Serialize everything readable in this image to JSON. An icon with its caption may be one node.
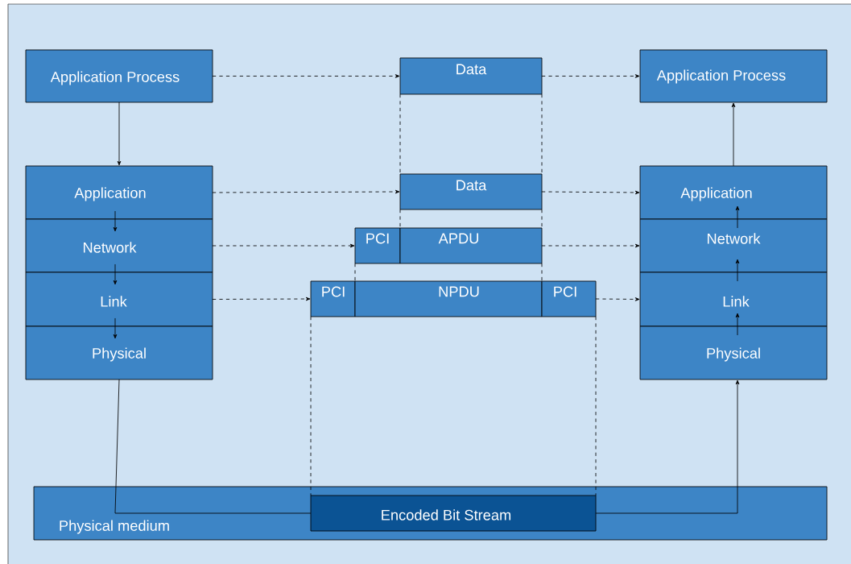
{
  "diagram": {
    "nodes": [
      {
        "text": [
          "Application Process"
        ]
      },
      {
        "text": [
          "Application"
        ]
      },
      {
        "text": [
          "Network"
        ]
      },
      {
        "text": [
          "Link"
        ]
      },
      {
        "text": [
          "Physical"
        ]
      },
      {
        "text": [
          "Data"
        ]
      },
      {
        "text": [
          "Data"
        ]
      },
      {
        "text": [
          "PCI"
        ]
      },
      {
        "text": [
          "APDU"
        ]
      },
      {
        "text": [
          "PCI"
        ]
      },
      {
        "text": [
          "NPDU"
        ]
      },
      {
        "text": [
          "PCI"
        ]
      },
      {
        "text": [
          "Application Process"
        ]
      },
      {
        "text": [
          "Application"
        ]
      },
      {
        "text": [
          "Network"
        ]
      },
      {
        "text": [
          "Link"
        ]
      },
      {
        "text": [
          "Physical"
        ]
      },
      {
        "text": [
          "Physical medium"
        ]
      },
      {
        "text": [
          "Encoded Bit Stream"
        ],
        "in": 17
      }
    ],
    "edges": [
      {
        "from": 0,
        "to": 1,
        "arrow": "to"
      },
      {
        "from": 1,
        "to": 2,
        "arrow": "to"
      },
      {
        "from": 2,
        "to": 3,
        "arrow": "to"
      },
      {
        "from": 3,
        "to": 4,
        "arrow": "to"
      },
      {
        "from": 0,
        "to": 5,
        "arrow": "to",
        "style": "dashed"
      },
      {
        "from": 5,
        "to": 12,
        "arrow": "to",
        "style": "dashed"
      },
      {
        "from": 1,
        "to": 6,
        "arrow": "to",
        "style": "dashed"
      },
      {
        "from": 6,
        "to": 13,
        "arrow": "to",
        "style": "dashed"
      },
      {
        "from": 2,
        "to": 7,
        "arrow": "to",
        "style": "dashed"
      },
      {
        "from": 8,
        "to": 14,
        "arrow": "to",
        "style": "dashed"
      },
      {
        "from": 3,
        "to": 9,
        "arrow": "to",
        "style": "dashed"
      },
      {
        "from": 11,
        "to": 15,
        "arrow": "to",
        "style": "dashed"
      },
      {
        "from": 4,
        "to": 18,
        "arrow": "none"
      },
      {
        "from": 18,
        "to": 16,
        "arrow": "to"
      },
      {
        "from": 16,
        "to": 15,
        "arrow": "to"
      },
      {
        "from": 15,
        "to": 14,
        "arrow": "to"
      },
      {
        "from": 14,
        "to": 13,
        "arrow": "to"
      },
      {
        "from": 13,
        "to": 12,
        "arrow": "to"
      },
      {
        "from": 5,
        "to": 6,
        "arrow": "none",
        "style": "dashed"
      },
      {
        "from": 5,
        "to": 6,
        "arrow": "none",
        "style": "dashed"
      },
      {
        "from": 6,
        "to": 8,
        "arrow": "none",
        "style": "dashed"
      },
      {
        "from": 6,
        "to": 8,
        "arrow": "none",
        "style": "dashed"
      },
      {
        "from": 7,
        "to": 10,
        "arrow": "none",
        "style": "dashed"
      },
      {
        "from": 8,
        "to": 10,
        "arrow": "none",
        "style": "dashed"
      },
      {
        "from": 9,
        "to": 18,
        "arrow": "none",
        "style": "dashed"
      },
      {
        "from": 11,
        "to": 18,
        "arrow": "none",
        "style": "dashed"
      }
    ]
  }
}
